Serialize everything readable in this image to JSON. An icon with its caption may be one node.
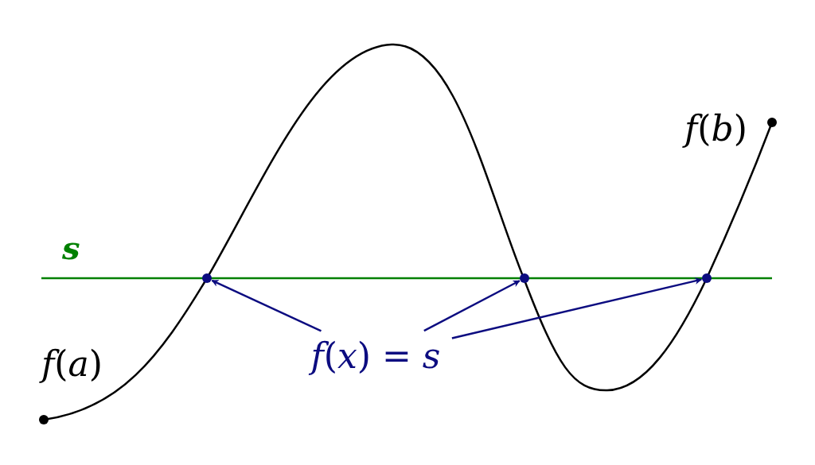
{
  "diagram": {
    "nodes": [
      {
        "text": [
          "*f*(*x*) = *s*"
        ]
      },
      {
        "text": [],
        "shape": "circle"
      },
      {
        "text": [],
        "shape": "circle"
      },
      {
        "text": [],
        "shape": "circle"
      }
    ],
    "edges": [
      {
        "from": 0,
        "to": 1,
        "arrow": "to",
        "color": "#0c0c80"
      },
      {
        "from": 0,
        "to": 2,
        "arrow": "to",
        "color": "#0c0c80"
      },
      {
        "from": 0,
        "to": 3,
        "arrow": "to",
        "color": "#0c0c80"
      }
    ],
    "labels": [
      "*f*(*b*)",
      "*s*",
      "*f*(*a*)"
    ]
  }
}
